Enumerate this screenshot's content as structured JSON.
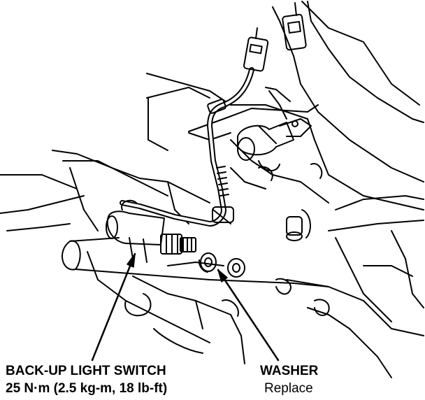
{
  "labels": {
    "switch_name": "BACK-UP LIGHT SWITCH",
    "switch_torque": "25 N·m (2.5 kg-m, 18 lb-ft)",
    "washer_name": "WASHER",
    "washer_note": "Replace"
  },
  "colors": {
    "ink": "#000000",
    "paper": "#ffffff"
  }
}
